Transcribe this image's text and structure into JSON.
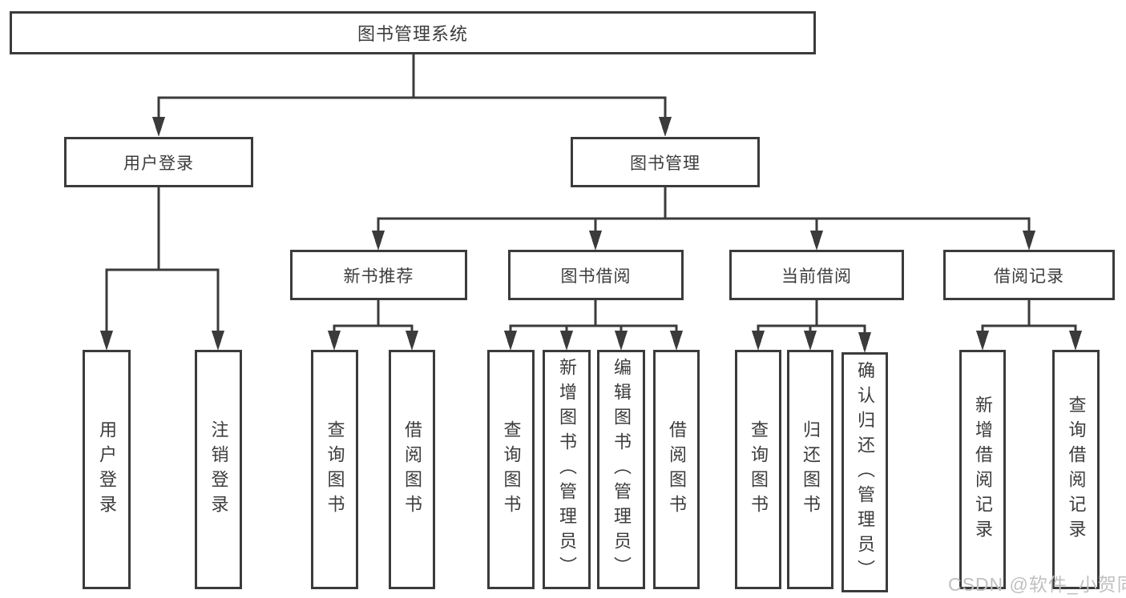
{
  "diagram": {
    "root": {
      "label": "图书管理系统"
    },
    "level2": {
      "user_login": {
        "label": "用户登录"
      },
      "book_management": {
        "label": "图书管理"
      }
    },
    "level3": {
      "new_book": {
        "label": "新书推荐"
      },
      "borrowing": {
        "label": "图书借阅"
      },
      "current": {
        "label": "当前借阅"
      },
      "records": {
        "label": "借阅记录"
      }
    },
    "leaves": {
      "user_login": [
        "用户登录",
        "注销登录"
      ],
      "new_book": [
        "查询图书",
        "借阅图书"
      ],
      "borrowing": [
        "查询图书",
        "新增图书（管理员）",
        "编辑图书（管理员）",
        "借阅图书"
      ],
      "current": [
        "查询图书",
        "归还图书",
        "确认归还（管理员）"
      ],
      "records": [
        "新增借阅记录",
        "查询借阅记录"
      ]
    }
  },
  "watermark": {
    "text": "CSDN @软件_小贺同学"
  },
  "colors": {
    "line": "#3b3b3b",
    "text": "#3c3c3c",
    "background": "#ffffff",
    "watermark": "#c0c0c0"
  }
}
